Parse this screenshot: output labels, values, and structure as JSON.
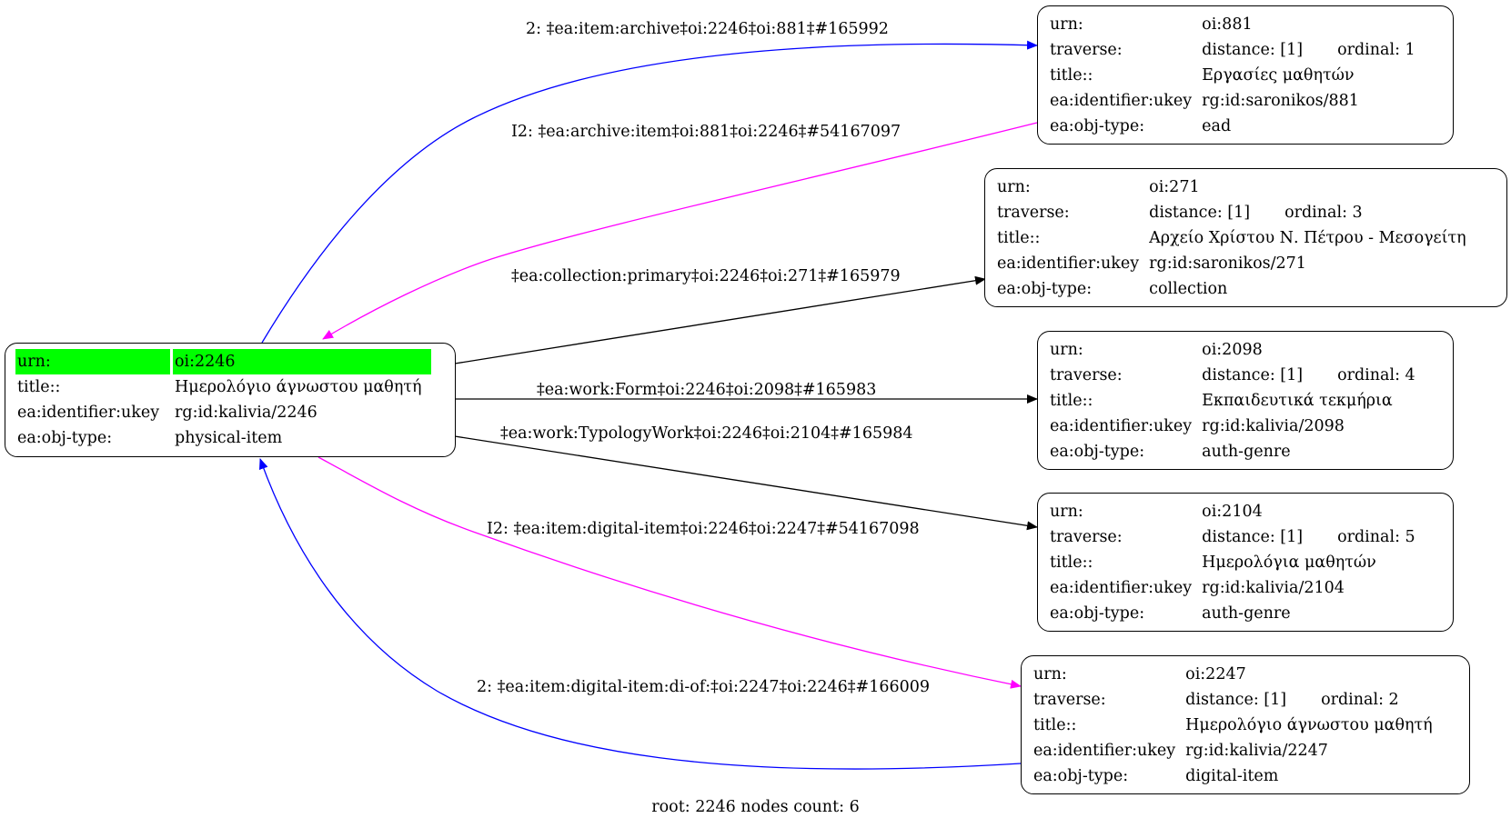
{
  "graph": {
    "caption": "root: 2246 nodes count: 6",
    "colors": {
      "forward": "#0000ff",
      "inverse": "#ff00ff",
      "plain": "#000000",
      "root_highlight": "#00ff00"
    },
    "labels": {
      "urn": "urn:",
      "traverse": "traverse:",
      "title": "title::",
      "ukey": "ea:identifier:ukey",
      "objtype": "ea:obj-type:"
    },
    "root": {
      "urn": "oi:2246",
      "title": "Ημερολόγιο άγνωστου μαθητή",
      "ukey": "rg:id:kalivia/2246",
      "objtype": "physical-item"
    },
    "nodes": [
      {
        "urn": "oi:881",
        "distance": "distance: [1]",
        "ordinal": "ordinal: 1",
        "title": "Εργασίες μαθητών",
        "ukey": "rg:id:saronikos/881",
        "objtype": "ead"
      },
      {
        "urn": "oi:271",
        "distance": "distance: [1]",
        "ordinal": "ordinal: 3",
        "title": "Αρχείο Χρίστου Ν. Πέτρου - Μεσογείτη",
        "ukey": "rg:id:saronikos/271",
        "objtype": "collection"
      },
      {
        "urn": "oi:2098",
        "distance": "distance: [1]",
        "ordinal": "ordinal: 4",
        "title": "Εκπαιδευτικά τεκμήρια",
        "ukey": "rg:id:kalivia/2098",
        "objtype": "auth-genre"
      },
      {
        "urn": "oi:2104",
        "distance": "distance: [1]",
        "ordinal": "ordinal: 5",
        "title": "Ημερολόγια μαθητών",
        "ukey": "rg:id:kalivia/2104",
        "objtype": "auth-genre"
      },
      {
        "urn": "oi:2247",
        "distance": "distance: [1]",
        "ordinal": "ordinal: 2",
        "title": "Ημερολόγιο άγνωστου μαθητή",
        "ukey": "rg:id:kalivia/2247",
        "objtype": "digital-item"
      }
    ],
    "edges": [
      {
        "label": "2: ‡ea:item:archive‡oi:2246‡oi:881‡#165992",
        "from": "oi:2246",
        "to": "oi:881",
        "kind": "forward"
      },
      {
        "label": "I2: ‡ea:archive:item‡oi:881‡oi:2246‡#54167097",
        "from": "oi:881",
        "to": "oi:2246",
        "kind": "inverse"
      },
      {
        "label": "‡ea:collection:primary‡oi:2246‡oi:271‡#165979",
        "from": "oi:2246",
        "to": "oi:271",
        "kind": "plain"
      },
      {
        "label": "‡ea:work:Form‡oi:2246‡oi:2098‡#165983",
        "from": "oi:2246",
        "to": "oi:2098",
        "kind": "plain"
      },
      {
        "label": "‡ea:work:TypologyWork‡oi:2246‡oi:2104‡#165984",
        "from": "oi:2246",
        "to": "oi:2104",
        "kind": "plain"
      },
      {
        "label": "I2: ‡ea:item:digital-item‡oi:2246‡oi:2247‡#54167098",
        "from": "oi:2246",
        "to": "oi:2247",
        "kind": "inverse"
      },
      {
        "label": "2: ‡ea:item:digital-item:di-of:‡oi:2247‡oi:2246‡#166009",
        "from": "oi:2247",
        "to": "oi:2246",
        "kind": "forward"
      }
    ]
  }
}
